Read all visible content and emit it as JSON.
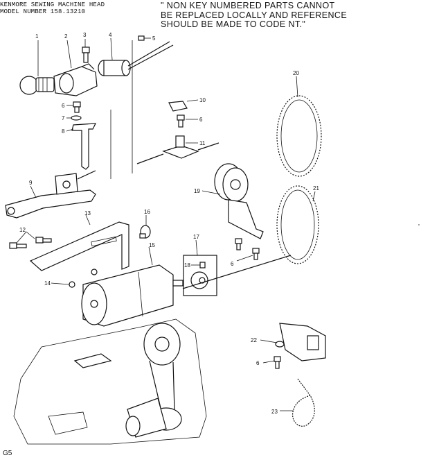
{
  "header": {
    "model_line1": "KENMORE SEWING MACHINE HEAD",
    "model_line2": "MODEL NUMBER 158.13210",
    "note_line1": "\" NON KEY NUMBERED PARTS CANNOT",
    "note_line2": "BE REPLACED LOCALLY AND REFERENCE",
    "note_line3": "SHOULD BE MADE TO CODE NT.\""
  },
  "callouts": {
    "c1": "1",
    "c2": "2",
    "c3": "3",
    "c4": "4",
    "c5": "5",
    "c6a": "6",
    "c6b": "6",
    "c6c": "6",
    "c6d": "6",
    "c7": "7",
    "c8": "8",
    "c9": "9",
    "c10": "10",
    "c11": "11",
    "c12": "12",
    "c13": "13",
    "c14": "14",
    "c15": "15",
    "c16": "16",
    "c17": "17",
    "c18": "18",
    "c19": "19",
    "c20": "20",
    "c21": "21",
    "c22": "22",
    "c23": "23"
  },
  "footer": {
    "code": "G5"
  }
}
